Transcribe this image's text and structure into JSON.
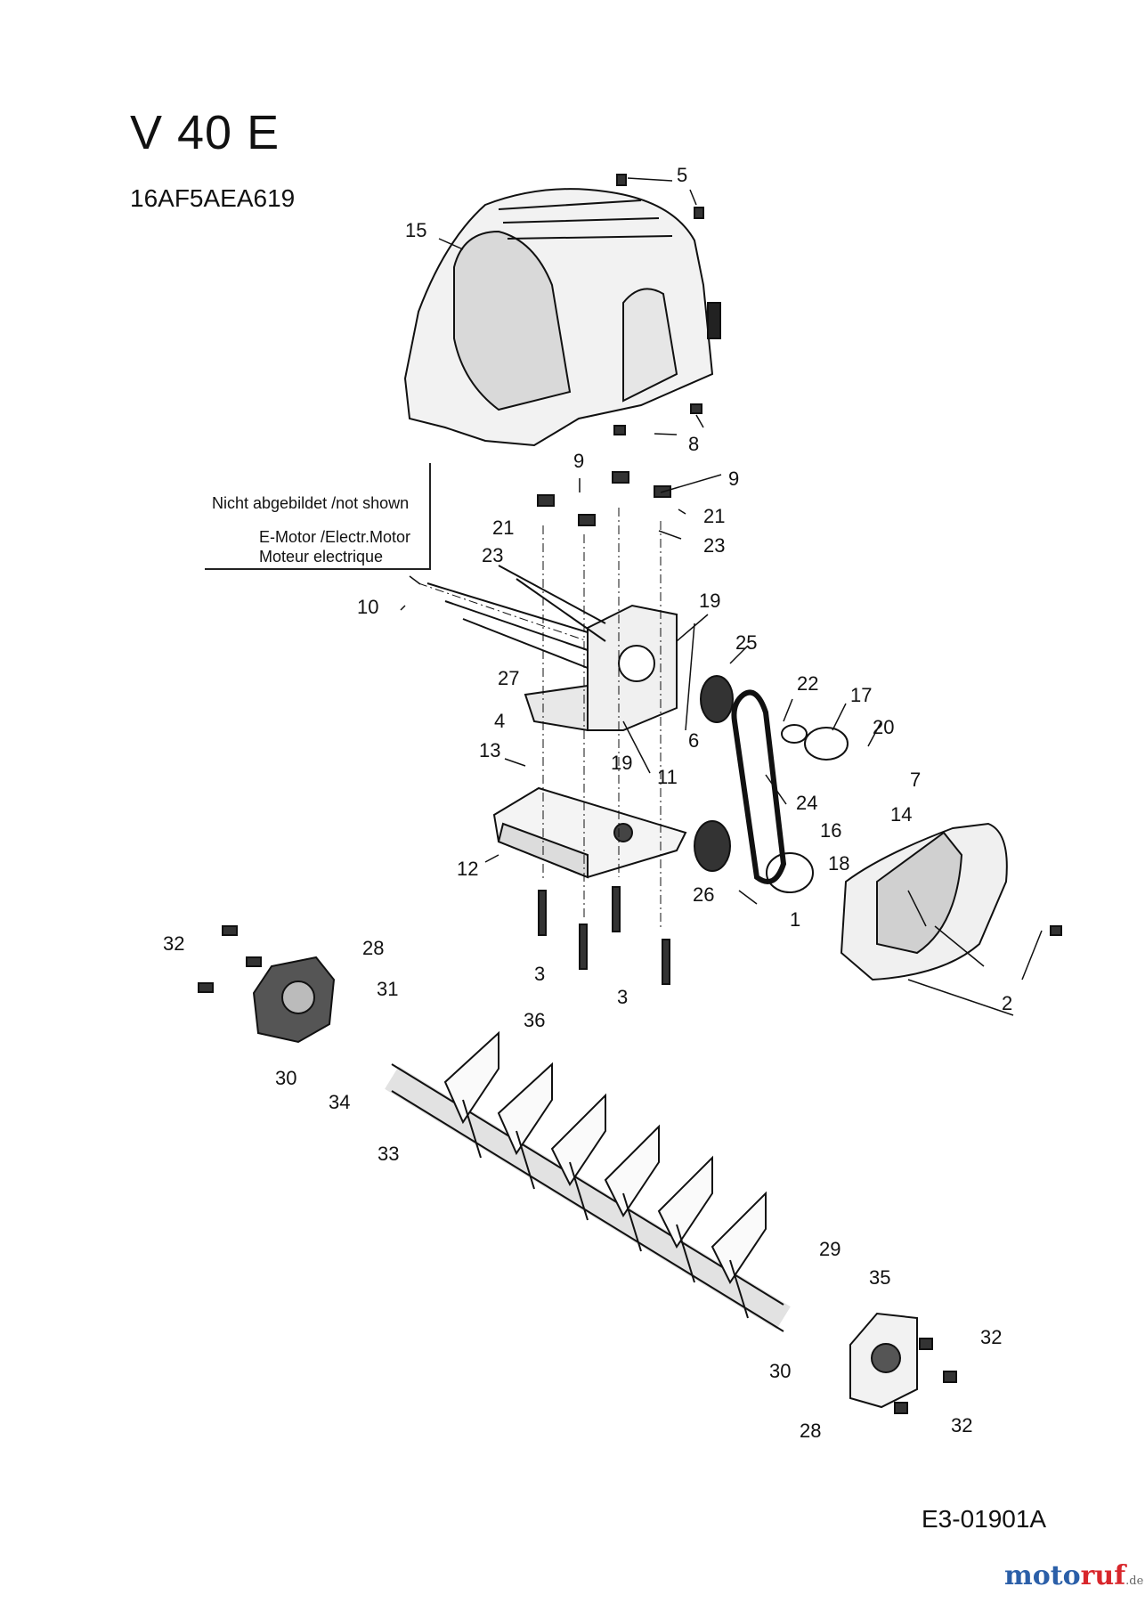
{
  "title": "V 40 E",
  "model_number": "16AF5AEA619",
  "note": {
    "line1": "Nicht abgebildet /not shown",
    "line2": "E-Motor /Electr.Motor",
    "line3": "Moteur electrique"
  },
  "document_code": "E3-01901A",
  "brand": {
    "name_1": "moto",
    "name_2": "ruf",
    "domain": ".de",
    "colors": [
      "#2b5fa8",
      "#d8262b",
      "#f4a31a",
      "#3a9a3a",
      "#7a3fa0",
      "#1a8ac8",
      "#e0572b"
    ]
  },
  "callouts": {
    "c1": "1",
    "c2": "2",
    "c3": "3",
    "c4": "4",
    "c5": "5",
    "c6": "6",
    "c7": "7",
    "c8": "8",
    "c9": "9",
    "c10": "10",
    "c11": "11",
    "c12": "12",
    "c13": "13",
    "c14": "14",
    "c15": "15",
    "c16": "16",
    "c17": "17",
    "c18": "18",
    "c19": "19",
    "c20": "20",
    "c21": "21",
    "c22": "22",
    "c23": "23",
    "c24": "24",
    "c25": "25",
    "c26": "26",
    "c27": "27",
    "c28": "28",
    "c29": "29",
    "c30": "30",
    "c31": "31",
    "c32": "32",
    "c33": "33",
    "c34": "34",
    "c35": "35",
    "c36": "36"
  }
}
